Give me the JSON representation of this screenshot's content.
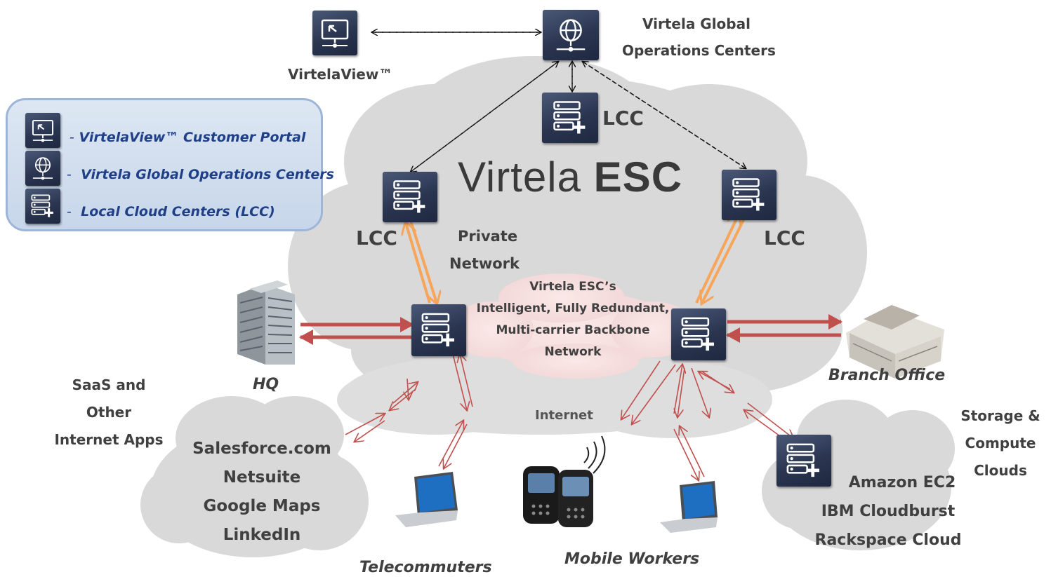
{
  "title_light": "Virtela",
  "title_bold": "ESC",
  "nodes": {
    "virtelaview": "VirtelaView™",
    "goc_line1": "Virtela Global",
    "goc_line2": "Operations Centers",
    "lcc_top": "LCC",
    "lcc_left": "LCC",
    "lcc_right": "LCC",
    "private_line1": "Private",
    "private_line2": "Network",
    "backbone_line1": "Virtela ESC’s",
    "backbone_line2": "Intelligent, Fully Redundant,",
    "backbone_line3": "Multi-carrier Backbone",
    "backbone_line4": "Network",
    "internet": "Internet",
    "hq": "HQ",
    "branch": "Branch Office",
    "telecommuters": "Telecommuters",
    "mobile": "Mobile Workers"
  },
  "saas": {
    "heading": [
      "SaaS and",
      "Other",
      "Internet Apps"
    ],
    "apps": [
      "Salesforce.com",
      "Netsuite",
      "Google Maps",
      "LinkedIn"
    ]
  },
  "storage": {
    "heading": [
      "Storage &",
      "Compute",
      "Clouds"
    ],
    "apps": [
      "Amazon EC2",
      "IBM Cloudburst",
      "Rackspace Cloud"
    ]
  },
  "legend": {
    "items": [
      {
        "icon": "monitor-icon",
        "dash": "-",
        "label": "VirtelaView™ Customer Portal"
      },
      {
        "icon": "globe-icon",
        "dash": "-",
        "label": "Virtela Global Operations Centers"
      },
      {
        "icon": "server-plus-icon",
        "dash": "-",
        "label": "Local Cloud Centers (LCC)"
      }
    ]
  },
  "colors": {
    "cloud": "#d9d9d9",
    "icon_tile": "#2f3a55",
    "orange_arrow": "#f6a55a",
    "red_arrow": "#c0504d",
    "legend_text": "#1f3f86",
    "label_text": "#404040"
  }
}
